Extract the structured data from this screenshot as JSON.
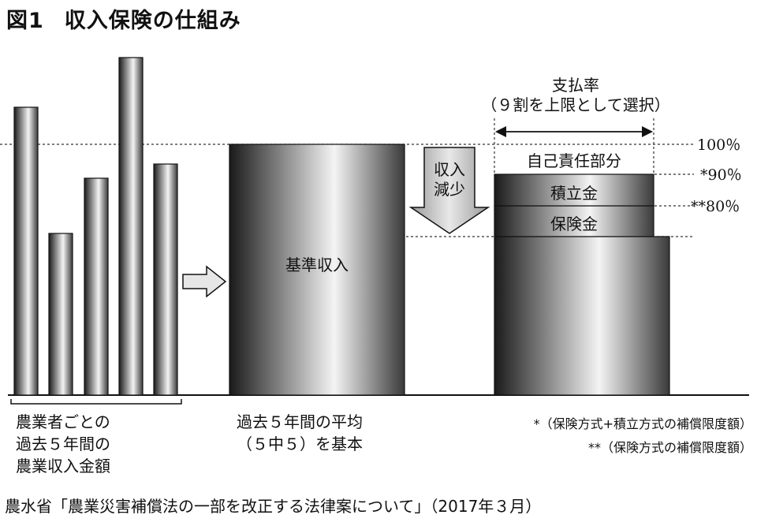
{
  "title": {
    "figure_no": "図1",
    "text": "収入保険の仕組み"
  },
  "left_caption": [
    "農業者ごとの",
    "過去５年間の",
    "農業収入金額"
  ],
  "base_bar_label": "基準収入",
  "middle_caption": [
    "過去５年間の平均",
    "（５中５）を基本"
  ],
  "decrease_arrow_label": [
    "収入",
    "減少"
  ],
  "payment_rate": {
    "line1": "支払率",
    "line2": "（９割を上限として選択）"
  },
  "segments": {
    "self": "自己責任部分",
    "reserve": "積立金",
    "insurance": "保険金"
  },
  "levels": {
    "p100": "100％",
    "p90": "*90％",
    "p80": "**80％"
  },
  "notes": [
    "*（保険方式+積立方式の補償限度額）",
    "**（保険方式の補償限度額）"
  ],
  "source": "農水省「農業災害補償法の一部を改正する法律案について」（2017年３月）",
  "colors": {
    "bar_dark": "#1a1a1a",
    "bar_light": "#f4f4f4",
    "arrow_gray": "#c8c8c8"
  }
}
